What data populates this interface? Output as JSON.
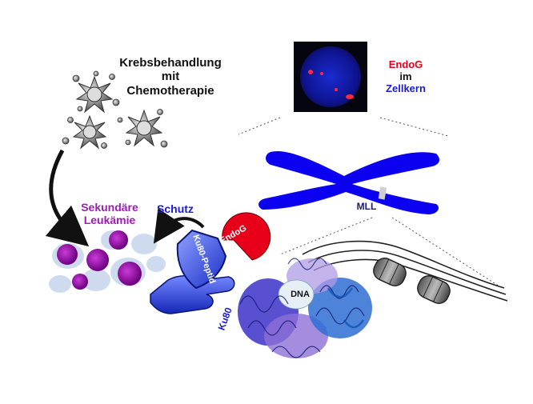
{
  "labels": {
    "chemo_line1": "Krebsbehandlung",
    "chemo_line2": "mit",
    "chemo_line3": "Chemotherapie",
    "endog_top": "EndoG",
    "im": "im",
    "zellkern": "Zellkern",
    "mll": "MLL",
    "schutz": "Schutz",
    "leuk_line1": "Sekundäre",
    "leuk_line2": "Leukämie",
    "ku80_peptid": "Ku80-Peptid",
    "endog_pacman": "EndoG",
    "dna": "DNA",
    "ku80": "Ku80"
  },
  "colors": {
    "chromosome": "#0c00f0",
    "nucleus": "#0a0a60",
    "nucleus_glow": "#1b2bd0",
    "endog": "#e8001a",
    "leukemia_cell": "#8a0aa0",
    "leukemia_halo": "#c9d8ee",
    "protein_blue": "#1f3fcf",
    "protein_violet": "#8d6fd6",
    "protein_light": "#4a90d9",
    "shield": "#3046d6"
  }
}
